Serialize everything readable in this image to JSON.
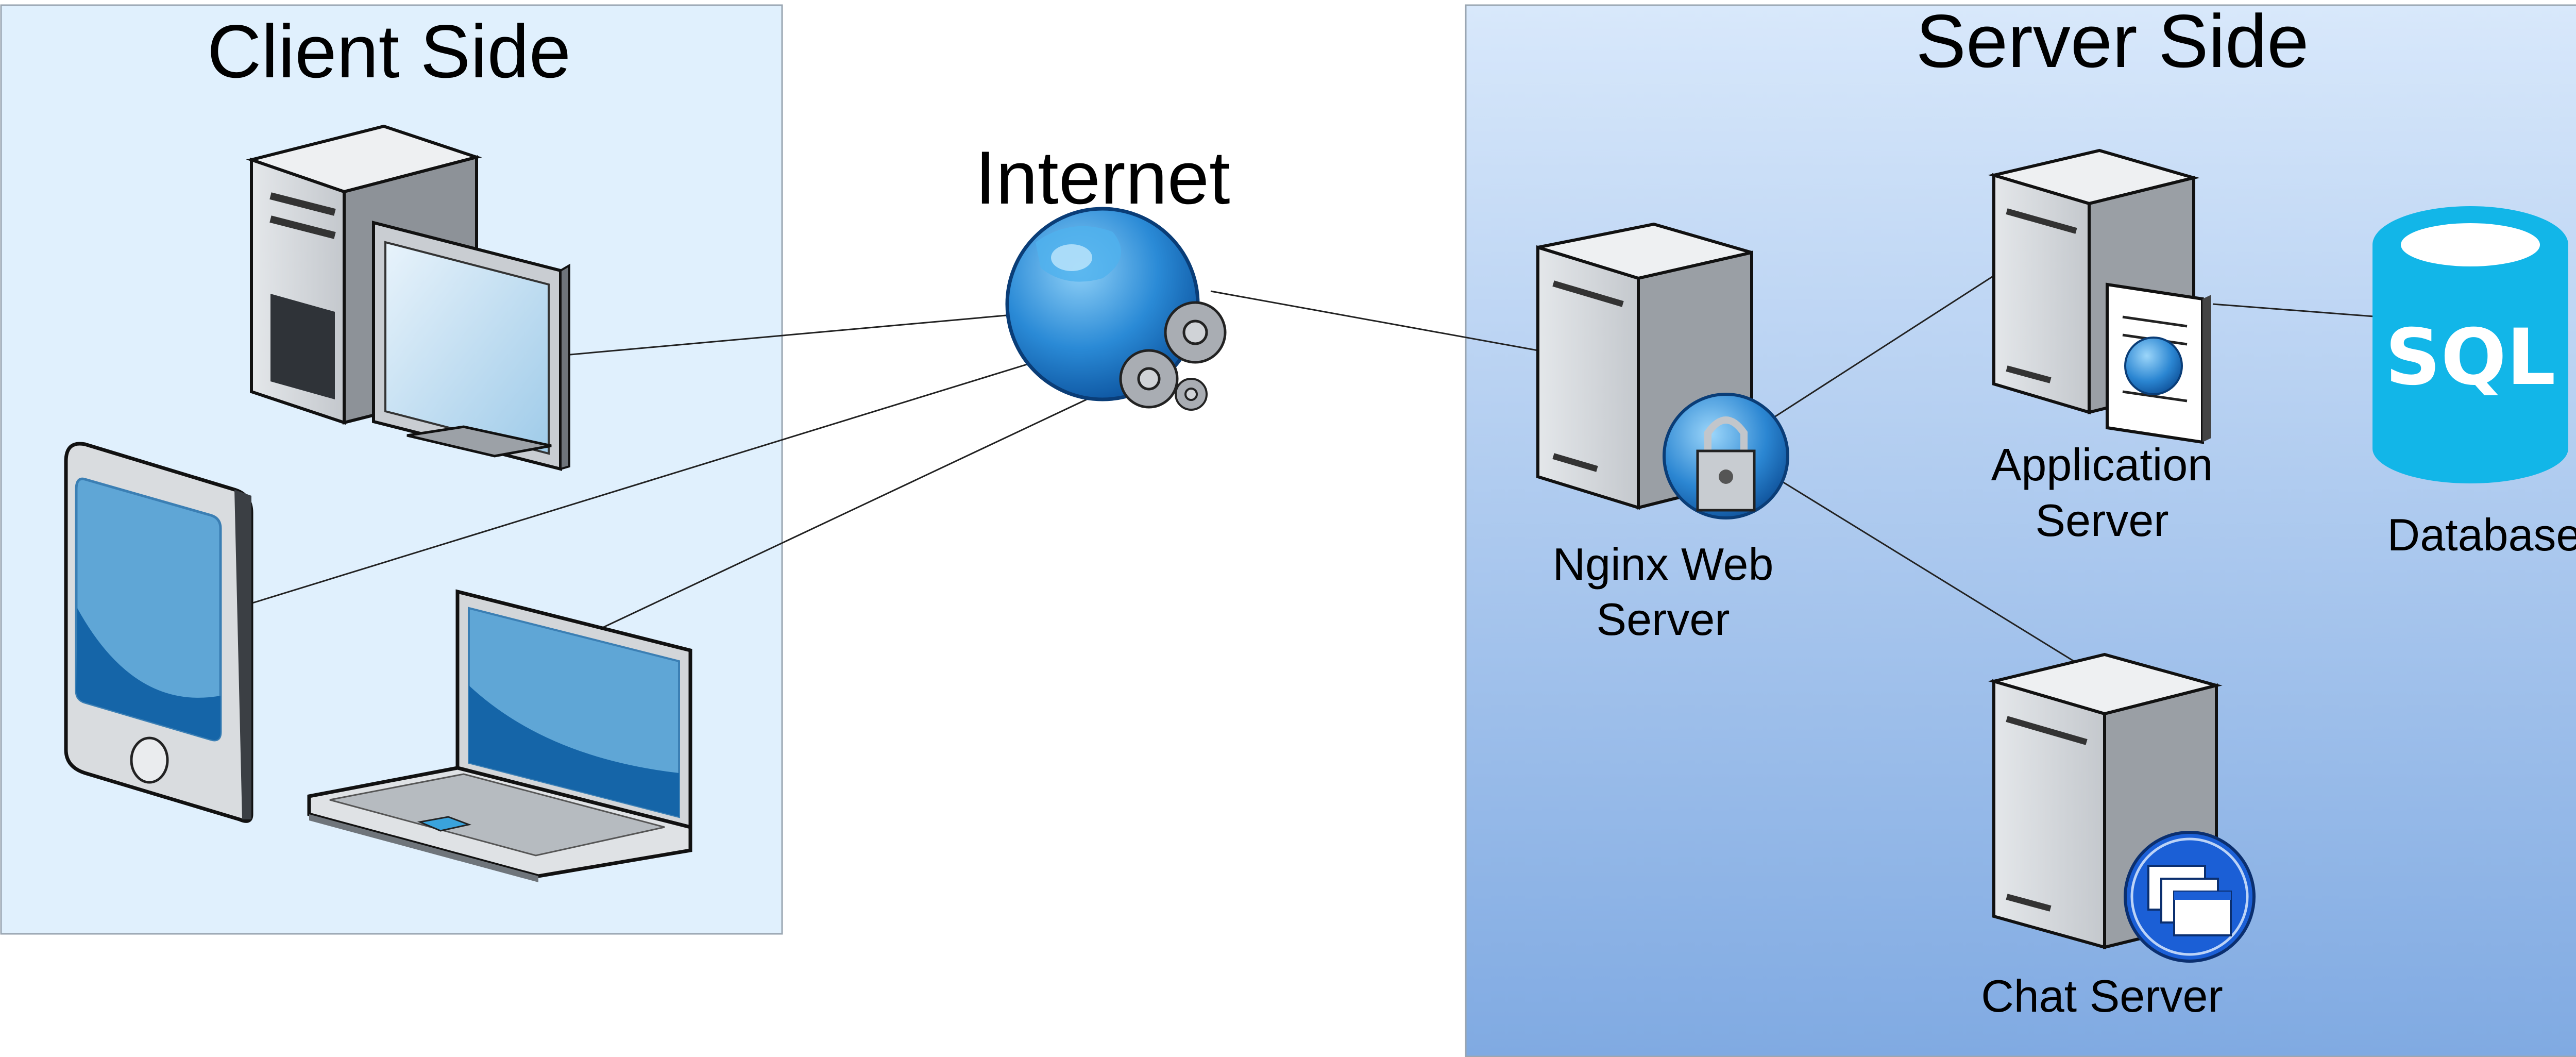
{
  "zones": {
    "client": {
      "title": "Client Side"
    },
    "internet": {
      "title": "Internet"
    },
    "server": {
      "title": "Server Side"
    }
  },
  "nodes": {
    "nginx": {
      "label_line1": "Nginx Web",
      "label_line2": "Server"
    },
    "application": {
      "label_line1": "Application",
      "label_line2": "Server"
    },
    "database": {
      "label": "Database",
      "badge": "SQL"
    },
    "chat": {
      "label": "Chat Server"
    }
  },
  "colors": {
    "client_zone_fill": "#e0f0fd",
    "server_zone_top": "#d8e8fb",
    "server_zone_bottom": "#80aae2",
    "database_cyan": "#12b6e8",
    "globe_blue": "#1e7fd0",
    "screen_blue": "#5fa8d8",
    "server_gray": "#b8bcc2",
    "chat_badge_blue": "#1b5fd6"
  },
  "icons": {
    "desktop": "desktop-computer-icon",
    "tablet": "tablet-icon",
    "laptop": "laptop-icon",
    "internet": "globe-with-gears-icon",
    "nginx": "web-server-with-lock-icon",
    "application": "application-server-icon",
    "database": "sql-database-icon",
    "chat": "chat-server-icon"
  },
  "connections": [
    {
      "from": "desktop",
      "to": "internet"
    },
    {
      "from": "tablet",
      "to": "internet"
    },
    {
      "from": "laptop",
      "to": "internet"
    },
    {
      "from": "internet",
      "to": "nginx"
    },
    {
      "from": "nginx",
      "to": "application"
    },
    {
      "from": "nginx",
      "to": "chat"
    },
    {
      "from": "application",
      "to": "database"
    }
  ]
}
